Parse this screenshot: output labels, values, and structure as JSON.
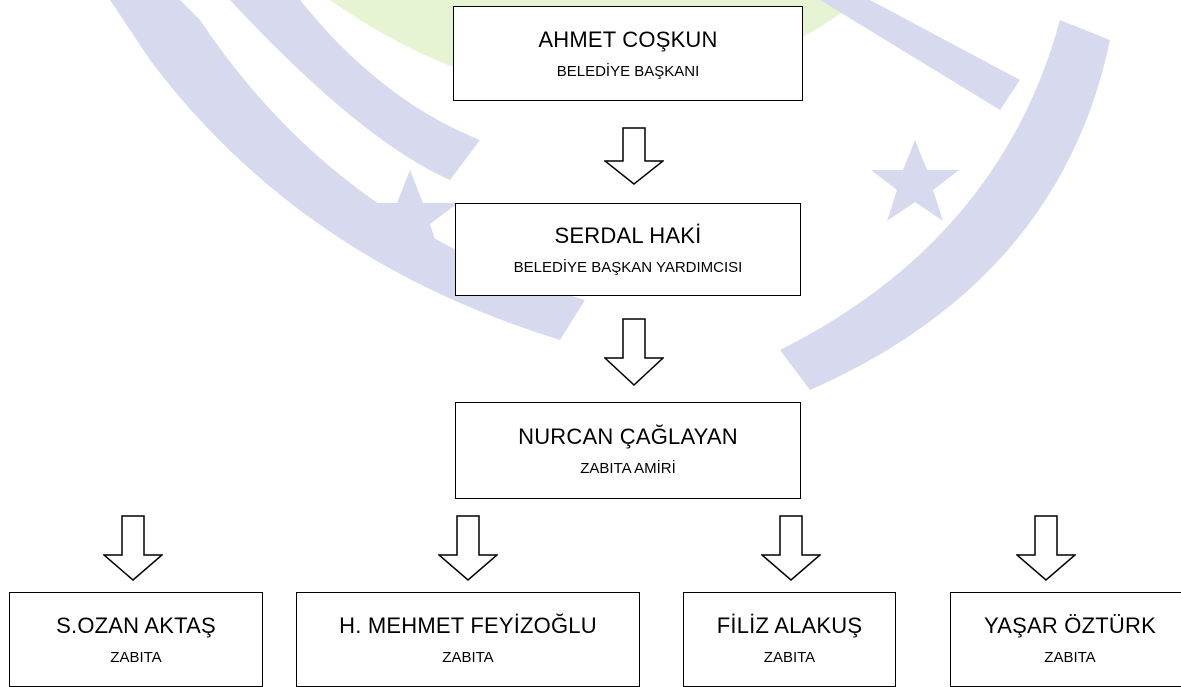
{
  "colors": {
    "box_border": "#000000",
    "box_fill": "#ffffff",
    "text": "#000000",
    "watermark_blue": "#d7d9ee",
    "watermark_green": "#e7f4d4"
  },
  "chart": {
    "level1": {
      "name": "AHMET COŞKUN",
      "title": "BELEDİYE BAŞKANI"
    },
    "level2": {
      "name": "SERDAL HAKİ",
      "title": "BELEDİYE BAŞKAN YARDIMCISI"
    },
    "level3": {
      "name": "NURCAN ÇAĞLAYAN",
      "title": "ZABITA AMİRİ"
    },
    "staff": [
      {
        "name": "S.OZAN AKTAŞ",
        "title": "ZABITA"
      },
      {
        "name": "H. MEHMET FEYİZOĞLU",
        "title": "ZABITA"
      },
      {
        "name": "FİLİZ ALAKUŞ",
        "title": "ZABITA"
      },
      {
        "name": "YAŞAR ÖZTÜRK",
        "title": "ZABITA"
      }
    ]
  }
}
